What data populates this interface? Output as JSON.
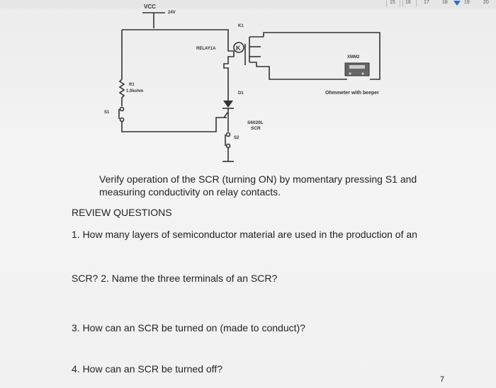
{
  "ruler": {
    "numbers": [
      "15",
      "16",
      "17",
      "18",
      "19",
      "20"
    ]
  },
  "schematic": {
    "vcc_label": "VCC",
    "vcc_value": "24V",
    "k1_label": "K1",
    "relay_label": "RELAY1A",
    "relay_symbol": "K",
    "xmm_label": "XMM2",
    "ohmmeter_label": "Ohmmeter with beeper",
    "r1_label": "R1",
    "r1_value": "1.0kohm",
    "s1_label": "S1",
    "d1_label": "D1",
    "scr_part": "S6020L",
    "scr_type": "SCR",
    "s2_label": "S2"
  },
  "text": {
    "instruction_line1": "Verify operation of the SCR (turning ON) by momentary pressing S1 and",
    "instruction_line2": "measuring conductivity on relay contacts.",
    "review_heading": "REVIEW QUESTIONS",
    "q1_line1": "1. How many layers of semiconductor material are used in the production of an",
    "q1_line2": "SCR? 2. Name the three terminals of an SCR?",
    "q3": "3. How can an SCR be turned on (made to conduct)?",
    "q4": "4. How can an SCR be turned off?",
    "page_number": "7"
  }
}
